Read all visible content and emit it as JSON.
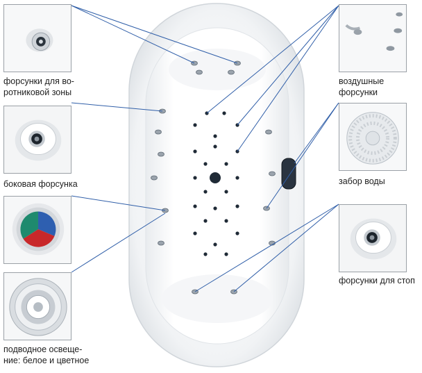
{
  "callouts": {
    "whirlpool_zone_jets": "форсунки для во-\nротниковой зоны",
    "side_jet": "боковая форсунка",
    "underwater_light": "подводное освеще-\nние: белое и цветное",
    "air_jets": "воздушные\nфорсунки",
    "water_intake": "забор воды",
    "foot_jets": "форсунки для стоп"
  },
  "colors": {
    "leader_line": "#2f5ea8",
    "jet_dark": "#1f2a36",
    "light_red": "#c8282a",
    "light_blue": "#2e5fb0",
    "light_green": "#1e8a6e"
  }
}
